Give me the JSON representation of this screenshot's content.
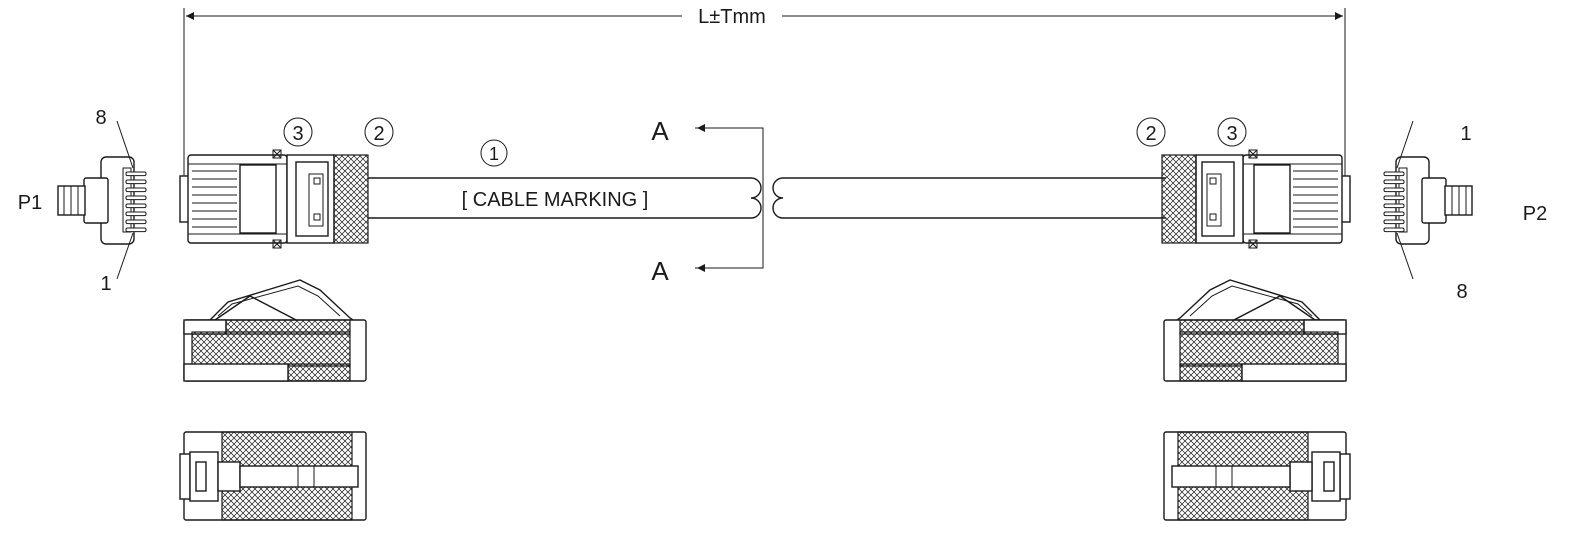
{
  "dimension": {
    "label": "L±Tmm"
  },
  "section": {
    "top": "A",
    "bottom": "A"
  },
  "cable": {
    "marking": "[ CABLE MARKING ]",
    "callout": "1"
  },
  "left_end": {
    "plug_label": "P1",
    "pin_high": "8",
    "pin_low": "1",
    "callout_boot": "2",
    "callout_plug": "3"
  },
  "right_end": {
    "plug_label": "P2",
    "pin_high": "8",
    "pin_low": "1",
    "callout_boot": "2",
    "callout_plug": "3"
  },
  "colors": {
    "line": "#1a1a1a",
    "paper": "#ffffff"
  }
}
